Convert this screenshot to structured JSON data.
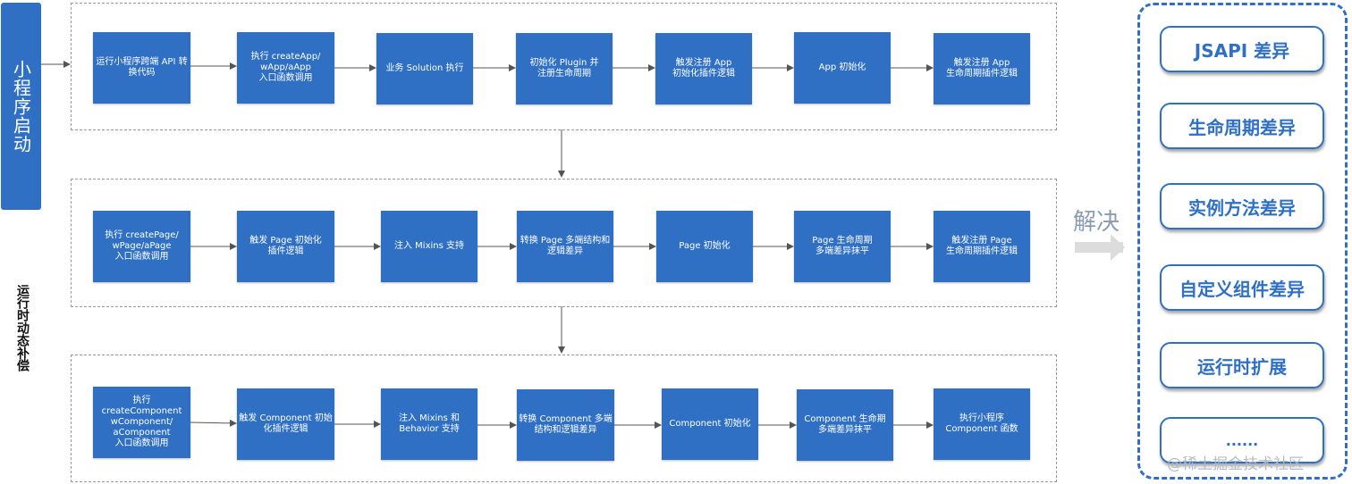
{
  "start_label": "小程序启动",
  "side_label": "运行时动态补偿",
  "row1": [
    "运行小程序跨端 API 转换代码",
    "执行 createApp/\nwApp/aApp\n入口函数调用",
    "业务 Solution 执行",
    "初始化 Plugin 并\n注册生命周期",
    "触发注册 App\n初始化插件逻辑",
    "App 初始化",
    "触发注册 App\n生命周期插件逻辑"
  ],
  "row2": [
    "执行 createPage/\nwPage/aPage\n入口函数调用",
    "触发 Page 初始化\n插件逻辑",
    "注入 Mixins 支持",
    "转换 Page 多端结构和\n逻辑差异",
    "Page 初始化",
    "Page 生命周期\n多端差异抹平",
    "触发注册 Page\n生命周期插件逻辑"
  ],
  "row3": [
    "执行\ncreateComponent\nwComponent/\naComponent\n入口函数调用",
    "触发 Component 初始化插件逻辑",
    "注入 Mixins 和\nBehavior 支持",
    "转换 Component 多端\n结构和逻辑差异",
    "Component 初始化",
    "Component 生命期\n多端差异抹平",
    "执行小程序\nComponent 函数"
  ],
  "resolve_label": "解决",
  "solutions": [
    "JSAPI 差异",
    "生命周期差异",
    "实例方法差异",
    "自定义组件差异",
    "运行时扩展",
    "......"
  ],
  "watermark": "@稀土掘金技术社区",
  "colors": {
    "box": "#2f70c5",
    "arrow": "#555555",
    "panel_border": "#2f70c5"
  }
}
